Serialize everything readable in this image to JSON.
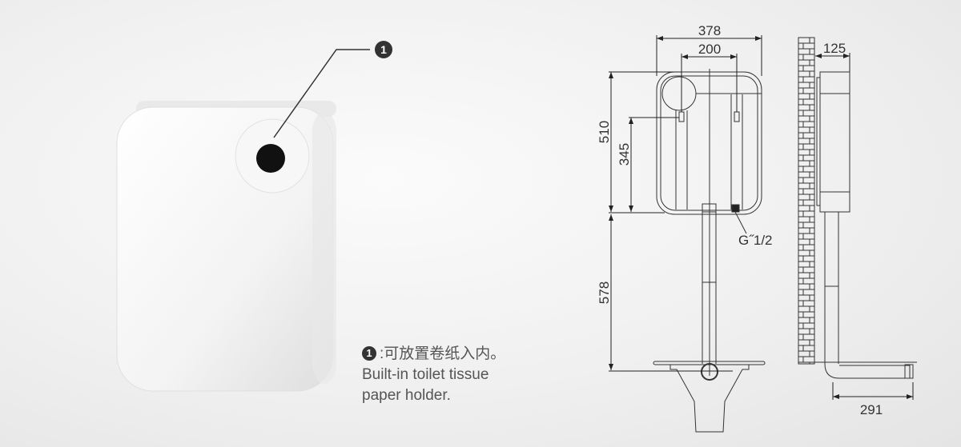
{
  "callout": {
    "number": "1"
  },
  "note": {
    "number": "1",
    "chinese": ":可放置卷纸入内。",
    "english_line1": "Built-in toilet tissue",
    "english_line2": "paper holder."
  },
  "dimensions": {
    "overall_width": "378",
    "bracket_spacing": "200",
    "tank_height": "510",
    "bracket_height": "345",
    "pipe_length": "578",
    "depth": "125",
    "outlet_offset": "291",
    "inlet_thread": "G˝1/2"
  }
}
